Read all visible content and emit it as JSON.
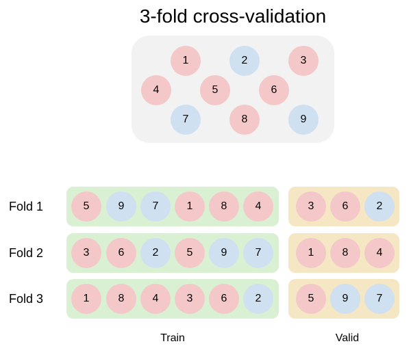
{
  "title": "3-fold cross-validation",
  "colors": {
    "pool_background": "#f2f2f2",
    "train_background": "#d9f0d3",
    "valid_background": "#f5e6c4",
    "red_item": "#f4c8c8",
    "blue_item": "#cfe0f1"
  },
  "pool_items": [
    {
      "label": "1",
      "color": "red"
    },
    {
      "label": "2",
      "color": "blue"
    },
    {
      "label": "3",
      "color": "red"
    },
    {
      "label": "4",
      "color": "red"
    },
    {
      "label": "5",
      "color": "red"
    },
    {
      "label": "6",
      "color": "red"
    },
    {
      "label": "7",
      "color": "blue"
    },
    {
      "label": "8",
      "color": "red"
    },
    {
      "label": "9",
      "color": "blue"
    }
  ],
  "folds": [
    {
      "label": "Fold 1",
      "train": [
        {
          "label": "5",
          "color": "red"
        },
        {
          "label": "9",
          "color": "blue"
        },
        {
          "label": "7",
          "color": "blue"
        },
        {
          "label": "1",
          "color": "red"
        },
        {
          "label": "8",
          "color": "red"
        },
        {
          "label": "4",
          "color": "red"
        }
      ],
      "valid": [
        {
          "label": "3",
          "color": "red"
        },
        {
          "label": "6",
          "color": "red"
        },
        {
          "label": "2",
          "color": "blue"
        }
      ]
    },
    {
      "label": "Fold 2",
      "train": [
        {
          "label": "3",
          "color": "red"
        },
        {
          "label": "6",
          "color": "red"
        },
        {
          "label": "2",
          "color": "blue"
        },
        {
          "label": "5",
          "color": "red"
        },
        {
          "label": "9",
          "color": "blue"
        },
        {
          "label": "7",
          "color": "blue"
        }
      ],
      "valid": [
        {
          "label": "1",
          "color": "red"
        },
        {
          "label": "8",
          "color": "red"
        },
        {
          "label": "4",
          "color": "red"
        }
      ]
    },
    {
      "label": "Fold 3",
      "train": [
        {
          "label": "1",
          "color": "red"
        },
        {
          "label": "8",
          "color": "red"
        },
        {
          "label": "4",
          "color": "red"
        },
        {
          "label": "3",
          "color": "red"
        },
        {
          "label": "6",
          "color": "red"
        },
        {
          "label": "2",
          "color": "blue"
        }
      ],
      "valid": [
        {
          "label": "5",
          "color": "red"
        },
        {
          "label": "9",
          "color": "blue"
        },
        {
          "label": "7",
          "color": "blue"
        }
      ]
    }
  ],
  "column_labels": {
    "train": "Train",
    "valid": "Valid"
  }
}
